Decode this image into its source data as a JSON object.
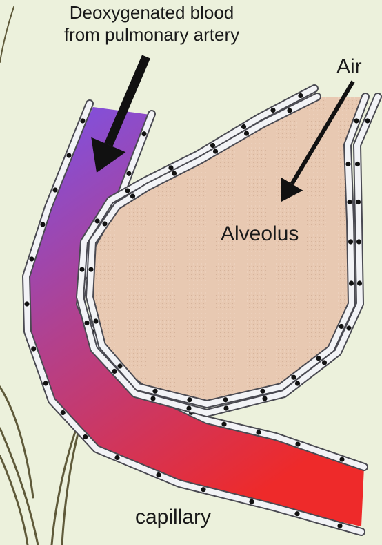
{
  "labels": {
    "deoxygenated_line1": "Deoxygenated blood",
    "deoxygenated_line2": "from pulmonary artery",
    "air": "Air",
    "alveolus": "Alveolus",
    "capillary": "capillary"
  },
  "colors": {
    "background": "#ecf1dc",
    "alveolus_fill": "#e8c9b2",
    "capillary_deoxygenated": "#7a52e8",
    "capillary_oxygenated": "#ee2a2a",
    "cell_fill": "#f2f3f6",
    "cell_outline": "#4a4a52",
    "nucleus": "#111111",
    "arrow": "#111111"
  },
  "icons": {
    "arrow_into_capillary": "down-arrow-icon",
    "arrow_into_alveolus": "down-left-arrow-icon"
  }
}
